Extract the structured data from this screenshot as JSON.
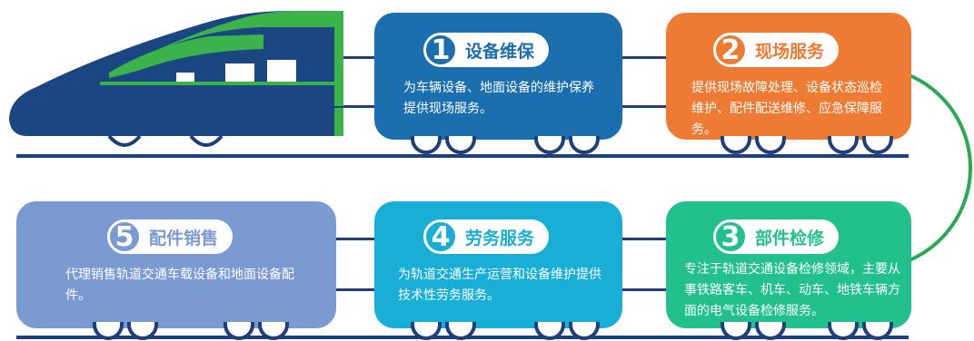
{
  "steps": [
    {
      "number": "1",
      "title": "设备维保",
      "description": "为车辆设备、地面设备的维护保养提供现场服务。",
      "color": "#1b6fae"
    },
    {
      "number": "2",
      "title": "现场服务",
      "description": "提供现场故障处理、设备状态巡检维护、配件配送维修、应急保障服务。",
      "color": "#ee7b33"
    },
    {
      "number": "3",
      "title": "部件检修",
      "description": "专注于轨道交通设备检修领域，主要从事铁路客车、机车、动车、地铁车辆方面的电气设备检修服务。",
      "color": "#22c08d"
    },
    {
      "number": "4",
      "title": "劳务服务",
      "description": "为轨道交通生产运营和设备维护提供技术性劳务服务。",
      "color": "#19aed6"
    },
    {
      "number": "5",
      "title": "配件销售",
      "description": "代理销售轨道交通车载设备和地面设备配件。",
      "color": "#7b9ad2"
    }
  ],
  "colors": {
    "rail": "#1f3f7a",
    "train_body": "#1a4681",
    "train_stripe": "#3bb34a",
    "connector": "#2aa853"
  }
}
